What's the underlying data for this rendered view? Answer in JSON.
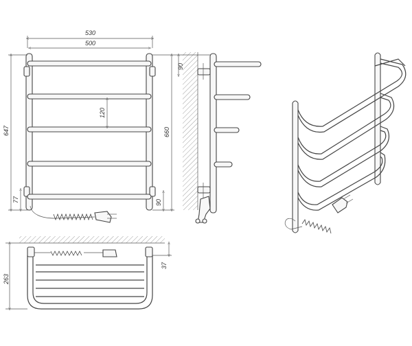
{
  "views": {
    "front": {
      "dimensions": {
        "overall_width": "530",
        "center_width": "500",
        "overall_height": "647",
        "center_height": "660",
        "bar_spacing": "120",
        "bottom_offset_left": "77",
        "bottom_offset_right": "90"
      }
    },
    "side": {
      "dimensions": {
        "top_offset": "90"
      }
    },
    "top": {
      "dimensions": {
        "depth": "263",
        "wall_offset": "37"
      }
    }
  }
}
